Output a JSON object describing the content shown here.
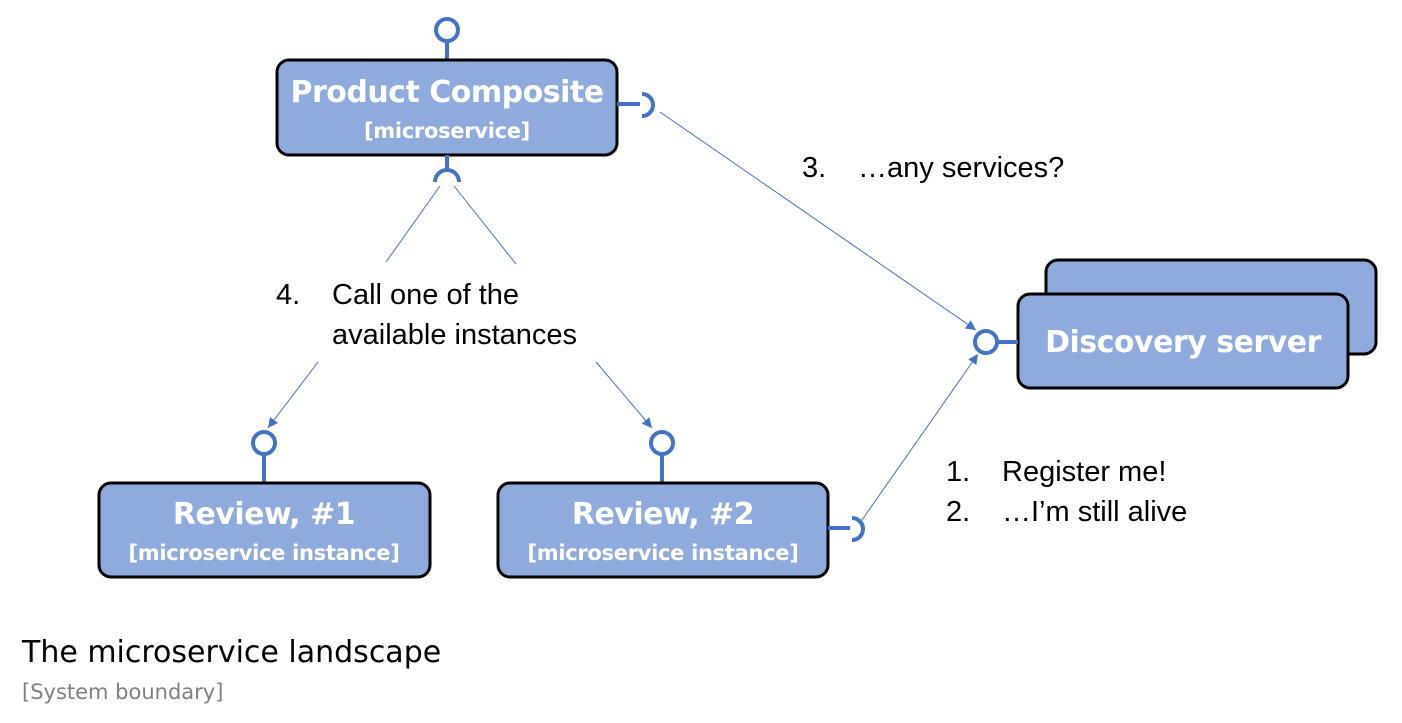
{
  "nodes": {
    "product_composite": {
      "title": "Product Composite",
      "subtitle": "[microservice]"
    },
    "discovery_server": {
      "title": "Discovery server"
    },
    "review_1": {
      "title": "Review, #1",
      "subtitle": "[microservice instance]"
    },
    "review_2": {
      "title": "Review, #2",
      "subtitle": "[microservice instance]"
    }
  },
  "steps": [
    {
      "number": "1.",
      "text": "Register me!"
    },
    {
      "number": "2.",
      "text": "…I’m still alive"
    },
    {
      "number": "3.",
      "text": "…any services?"
    },
    {
      "number": "4.",
      "text_line1": "Call one of the",
      "text_line2": "available instances"
    }
  ],
  "boundary": {
    "title": "The microservice landscape",
    "subtitle": "[System boundary]"
  },
  "colors": {
    "box_fill": "#8faadc",
    "connector": "#4472c4",
    "box_border": "#000000",
    "boundary_subtitle": "#808080"
  }
}
